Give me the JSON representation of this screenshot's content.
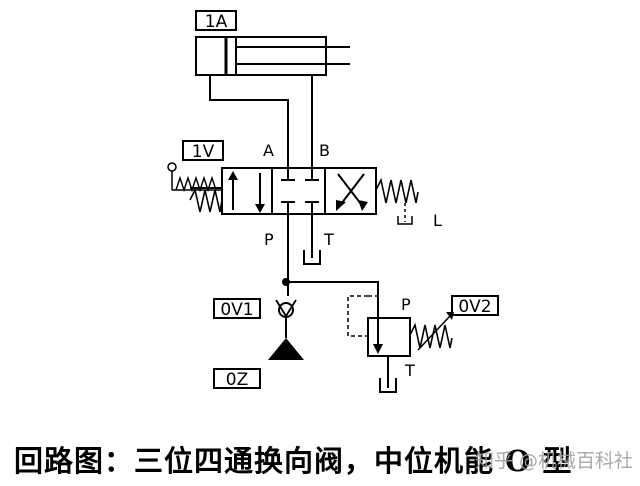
{
  "labels": {
    "cylinder": "1A",
    "valve": "1V",
    "check_valve": "0V1",
    "relief_valve": "0V2",
    "pump": "0Z",
    "port_a": "A",
    "port_b": "B",
    "port_p": "P",
    "port_t": "T",
    "port_l": "L",
    "relief_p": "P",
    "relief_t": "T"
  },
  "caption": "回路图：三位四通换向阀，中位机能 O 型",
  "watermark": "知乎 @机械百科社"
}
